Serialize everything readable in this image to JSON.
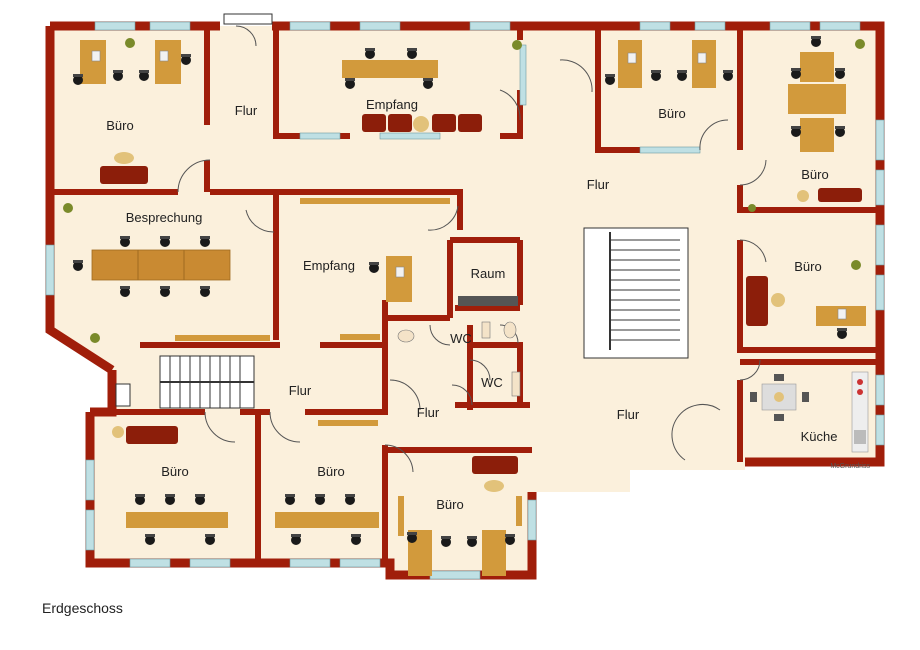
{
  "colors": {
    "wall": "#a01e0a",
    "floor": "#fbf0dc",
    "window": "#bfe0e4",
    "desk": "#d29a3c",
    "sofa": "#8c1e0a",
    "chair": "#1a1a1a"
  },
  "rooms": [
    {
      "id": "buero-nw",
      "label": "Büro"
    },
    {
      "id": "flur-nw",
      "label": "Flur"
    },
    {
      "id": "empfang-n",
      "label": "Empfang"
    },
    {
      "id": "buero-n",
      "label": "Büro"
    },
    {
      "id": "buero-ne",
      "label": "Büro"
    },
    {
      "id": "flur-main",
      "label": "Flur"
    },
    {
      "id": "besprechung",
      "label": "Besprechung"
    },
    {
      "id": "empfang-c",
      "label": "Empfang"
    },
    {
      "id": "raum",
      "label": "Raum"
    },
    {
      "id": "buero-e",
      "label": "Büro"
    },
    {
      "id": "wc-1",
      "label": "WC"
    },
    {
      "id": "wc-2",
      "label": "WC"
    },
    {
      "id": "flur-w",
      "label": "Flur"
    },
    {
      "id": "flur-c",
      "label": "Flur"
    },
    {
      "id": "flur-s",
      "label": "Flur"
    },
    {
      "id": "kueche",
      "label": "Küche"
    },
    {
      "id": "buero-sw",
      "label": "Büro"
    },
    {
      "id": "buero-s",
      "label": "Büro"
    },
    {
      "id": "buero-sc",
      "label": "Büro"
    }
  ],
  "credit": "McGrundriss",
  "caption": "Erdgeschoss"
}
